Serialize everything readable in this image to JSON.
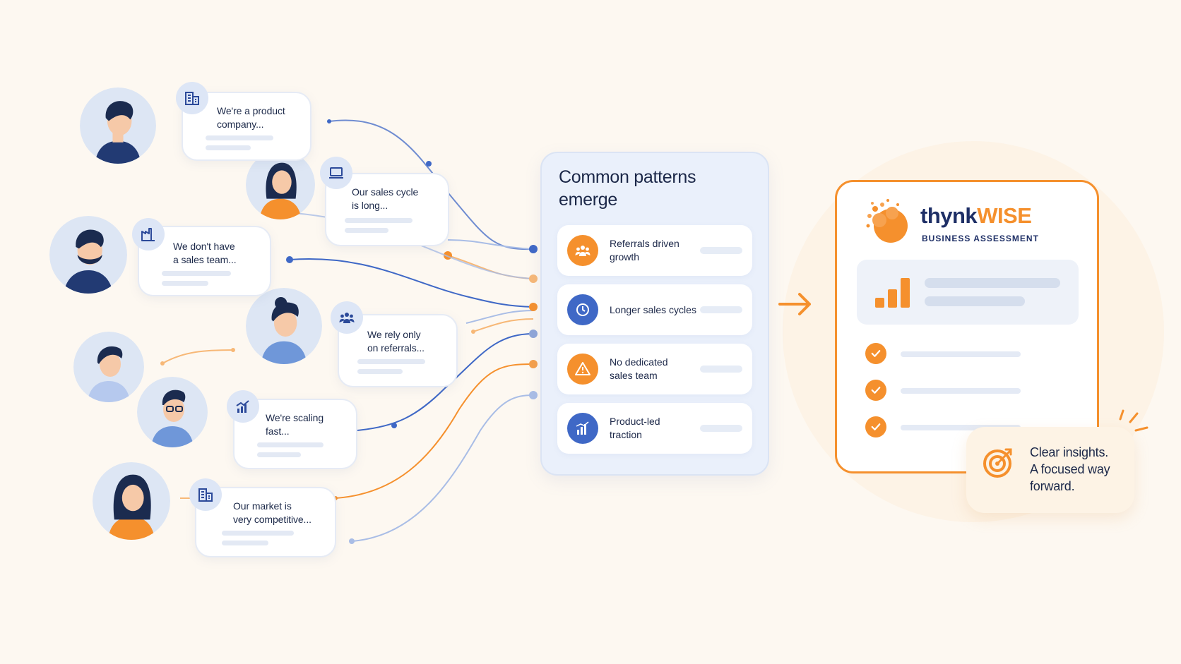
{
  "colors": {
    "background": "#fdf8f1",
    "accent_orange": "#f5902d",
    "accent_blue": "#3f68c6",
    "navy": "#1e2f66"
  },
  "quotes": [
    {
      "text": "We're a product\ncompany...",
      "icon": "building-icon"
    },
    {
      "text": "Our sales cycle\nis long...",
      "icon": "laptop-icon"
    },
    {
      "text": "We don't have\na sales team...",
      "icon": "factory-icon"
    },
    {
      "text": "We rely only\non referrals...",
      "icon": "group-icon"
    },
    {
      "text": "We're scaling\nfast...",
      "icon": "growth-chart-icon"
    },
    {
      "text": "Our market is\nvery competitive...",
      "icon": "building-icon"
    }
  ],
  "patterns": {
    "title": "Common patterns\nemerge",
    "items": [
      {
        "label": "Referrals driven\ngrowth",
        "icon": "group-icon",
        "color": "#f5902d"
      },
      {
        "label": "Longer sales cycles",
        "icon": "clock-icon",
        "color": "#3f68c6"
      },
      {
        "label": "No dedicated\nsales team",
        "icon": "warning-icon",
        "color": "#f5902d"
      },
      {
        "label": "Product-led\ntraction",
        "icon": "bar-chart-icon",
        "color": "#3f68c6"
      }
    ]
  },
  "report": {
    "brand_part1": "thynk",
    "brand_part2": "WISE",
    "subtitle": "BUSINESS ASSESSMENT"
  },
  "insight": {
    "text": "Clear insights.\nA focused way\nforward.",
    "icon": "target-icon"
  }
}
